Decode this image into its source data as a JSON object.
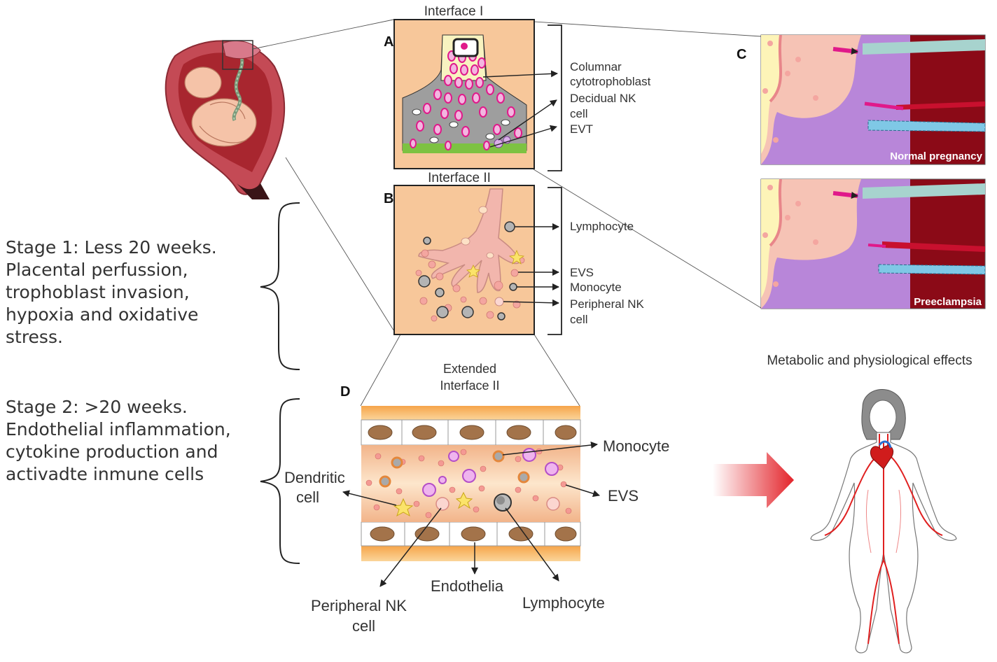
{
  "panels": {
    "A": {
      "letter": "A",
      "title": "Interface I",
      "labels": [
        "Columnar",
        "cytotrophoblast",
        "Decidual NK",
        "cell",
        "EVT"
      ]
    },
    "B": {
      "letter": "B",
      "title": "Interface II",
      "labels": [
        "Lymphocyte",
        "EVS",
        "Monocyte",
        "Peripheral NK",
        "cell"
      ]
    },
    "C": {
      "letter": "C",
      "normal_label": "Normal pregnancy",
      "pre_label": "Preeclampsia"
    },
    "D": {
      "letter": "D",
      "title_line1": "Extended",
      "title_line2": "Interface II",
      "monocyte": "Monocyte",
      "evs": "EVS",
      "dendritic_1": "Dendritic",
      "dendritic_2": "cell",
      "endothelia": "Endothelia",
      "lymphocyte": "Lymphocyte",
      "pnk_1": "Peripheral NK",
      "pnk_2": "cell"
    }
  },
  "stages": {
    "stage1": [
      "Stage 1: Less 20 weeks.",
      "Placental perfussion,",
      "trophoblast invasion,",
      "hypoxia and oxidative",
      "stress."
    ],
    "stage2": [
      "Stage 2: >20 weeks.",
      "Endothelial inflammation,",
      "cytokine production and",
      "activadte inmune cells"
    ]
  },
  "effects_title": "Metabolic and physiological effects",
  "colors": {
    "tissue": "#f7c79a",
    "accent_red": "#c8102e",
    "purple": "#b57cd6",
    "magenta": "#e0198a"
  }
}
